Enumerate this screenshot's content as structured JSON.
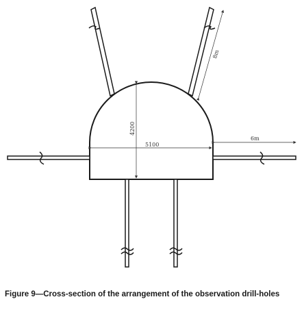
{
  "figure": {
    "caption": "Figure 9—Cross-section of the arrangement of the observation drill-holes",
    "dimensions": {
      "drillhole_length": "8m",
      "side_hole_length": "6m",
      "tunnel_width": "5100",
      "tunnel_height": "4200"
    }
  },
  "colors": {
    "line": "#1a1a1a",
    "dimension": "#333333",
    "background": "#ffffff"
  }
}
